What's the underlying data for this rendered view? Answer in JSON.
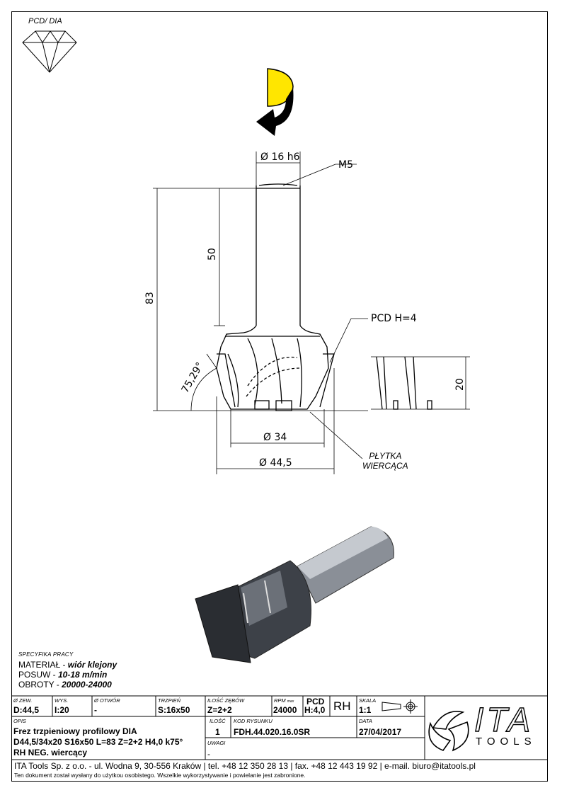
{
  "header": {
    "material_symbol": "PCD/ DIA"
  },
  "drawing": {
    "dims": {
      "shank_diameter": "Ø 16 h6",
      "thread": "M5",
      "shank_length": "50",
      "total_length": "83",
      "angle": "75,29°",
      "pcd_height": "PCD H=4",
      "height_20": "20",
      "diameter_34": "Ø 34",
      "diameter_44_5": "Ø 44,5"
    },
    "callout_insert": [
      "PŁYTKA",
      "WIERCĄCA"
    ]
  },
  "spec": {
    "title": "SPECYFIKA PRACY",
    "rows": [
      {
        "label": "MATERIAŁ - ",
        "value": "wiór klejony"
      },
      {
        "label": "POSUW - ",
        "value": "10-18 m/min"
      },
      {
        "label": "OBROTY - ",
        "value": "20000-24000"
      }
    ]
  },
  "title_block": {
    "outer_diameter": {
      "label": "Ø ZEW.",
      "value": "D:44,5"
    },
    "height": {
      "label": "WYS.",
      "value": "I:20"
    },
    "bore": {
      "label": "Ø OTWÓR",
      "value": "-"
    },
    "shank": {
      "label": "TRZPIEŃ",
      "value": "S:16x50"
    },
    "teeth": {
      "label": "ILOŚĆ ZĘBÓW",
      "value": "Z=2+2"
    },
    "rpm": {
      "label": "RPM",
      "label_sub": "max",
      "value": "24000"
    },
    "pcd": {
      "label": "PCD",
      "value": "H:4,0"
    },
    "rotation": "RH",
    "scale": {
      "label": "SKALA",
      "value": "1:1"
    },
    "description": {
      "label": "OPIS",
      "lines": [
        "Frez trzpieniowy profilowy DIA",
        "D44,5/34x20 S16x50 L=83 Z=2+2 H4,0 k75°",
        "RH NEG. wiercący"
      ]
    },
    "quantity": {
      "label": "ILOŚĆ",
      "value": "1"
    },
    "drawing_code": {
      "label": "KOD RYSUNKU",
      "value": "FDH.44.020.16.0SR"
    },
    "date": {
      "label": "DATA",
      "value": "27/04/2017"
    },
    "notes": {
      "label": "UWAGI",
      "value": "-"
    },
    "logo_text": "ITA",
    "logo_sub": "TOOLS"
  },
  "footer": {
    "address": "ITA Tools Sp. z o.o. - ul. Wodna 9, 30-556 Kraków | tel. +48 12 350 28 13 | fax. +48 12 443 19 92 | e-mail. biuro@itatools.pl",
    "disclaimer": "Ten dokument został wysłany do użytkou osobistego. Wszelkie wykorzystywanie i powielanie jest zabronione."
  },
  "colors": {
    "rotation_arrow": "#ffe600",
    "line": "#000000"
  }
}
